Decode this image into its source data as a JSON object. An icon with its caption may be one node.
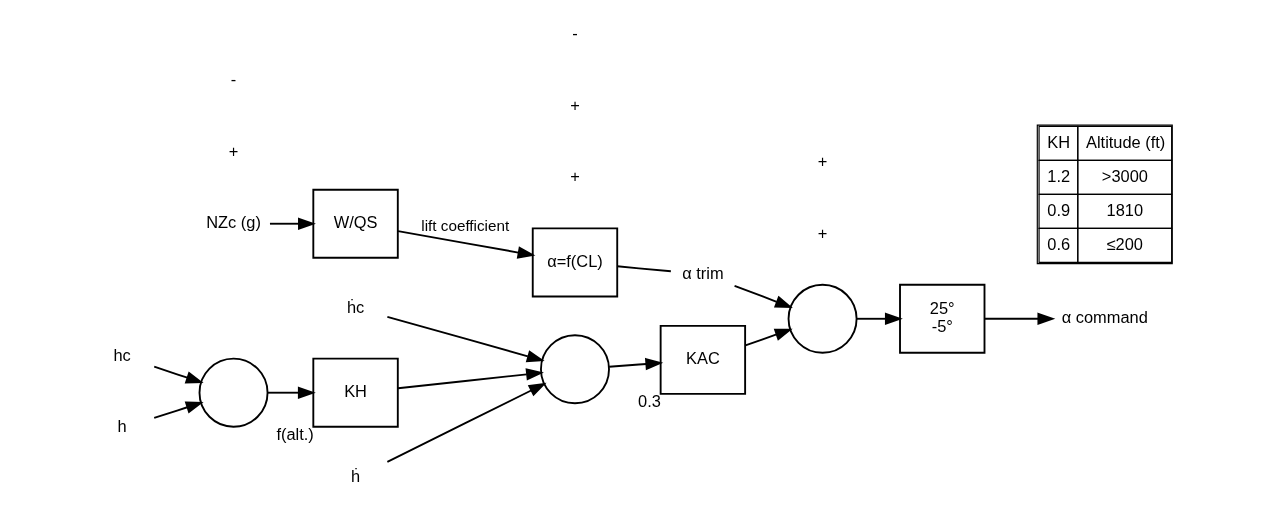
{
  "diagram": {
    "nodes": [
      {
        "text": [
          "NZc (g)"
        ]
      },
      {
        "text": [
          "W/QS"
        ]
      },
      {
        "text": [
          "α=f(CL)"
        ]
      },
      {
        "text": [
          "α trim"
        ]
      },
      {
        "text": [
          "ḣc"
        ]
      },
      {
        "text": [
          "hc"
        ]
      },
      {
        "text": [],
        "shape": "circle"
      },
      {
        "text": [
          "KH"
        ],
        "beside": [
          "f(alt.)"
        ]
      },
      {
        "text": [],
        "shape": "circle"
      },
      {
        "text": [
          "KAC"
        ],
        "beside": [
          "0.3"
        ]
      },
      {
        "text": [],
        "shape": "circle"
      },
      {
        "text": [
          "25°",
          "-5°"
        ]
      },
      {
        "text": [
          "α command"
        ]
      },
      {
        "text": [
          "h"
        ]
      },
      {
        "text": [
          "ḣ"
        ]
      }
    ],
    "edges": [
      {
        "from": 0,
        "to": 1,
        "arrow": "to"
      },
      {
        "from": 1,
        "to": 2,
        "arrow": "to",
        "label": "lift coefficient"
      },
      {
        "from": 2,
        "to": 3,
        "arrow": "none"
      },
      {
        "from": 3,
        "to": 10,
        "arrow": "to"
      },
      {
        "from": 4,
        "to": 8,
        "arrow": "to"
      },
      {
        "from": 5,
        "to": 6,
        "arrow": "to"
      },
      {
        "from": 6,
        "to": 7,
        "arrow": "to"
      },
      {
        "from": 7,
        "to": 8,
        "arrow": "to"
      },
      {
        "from": 8,
        "to": 9,
        "arrow": "to"
      },
      {
        "from": 9,
        "to": 10,
        "arrow": "to"
      },
      {
        "from": 10,
        "to": 11,
        "arrow": "to"
      },
      {
        "from": 11,
        "to": 12,
        "arrow": "to"
      },
      {
        "from": 13,
        "to": 6,
        "arrow": "to"
      },
      {
        "from": 14,
        "to": 8,
        "arrow": "to"
      }
    ],
    "labels": [
      "KH",
      "Altitude (ft)",
      "1.2",
      ">3000",
      "0.9",
      "1810",
      "0.6",
      "≤200",
      "+",
      "-",
      "+",
      "+",
      "-",
      "+",
      "+"
    ]
  }
}
